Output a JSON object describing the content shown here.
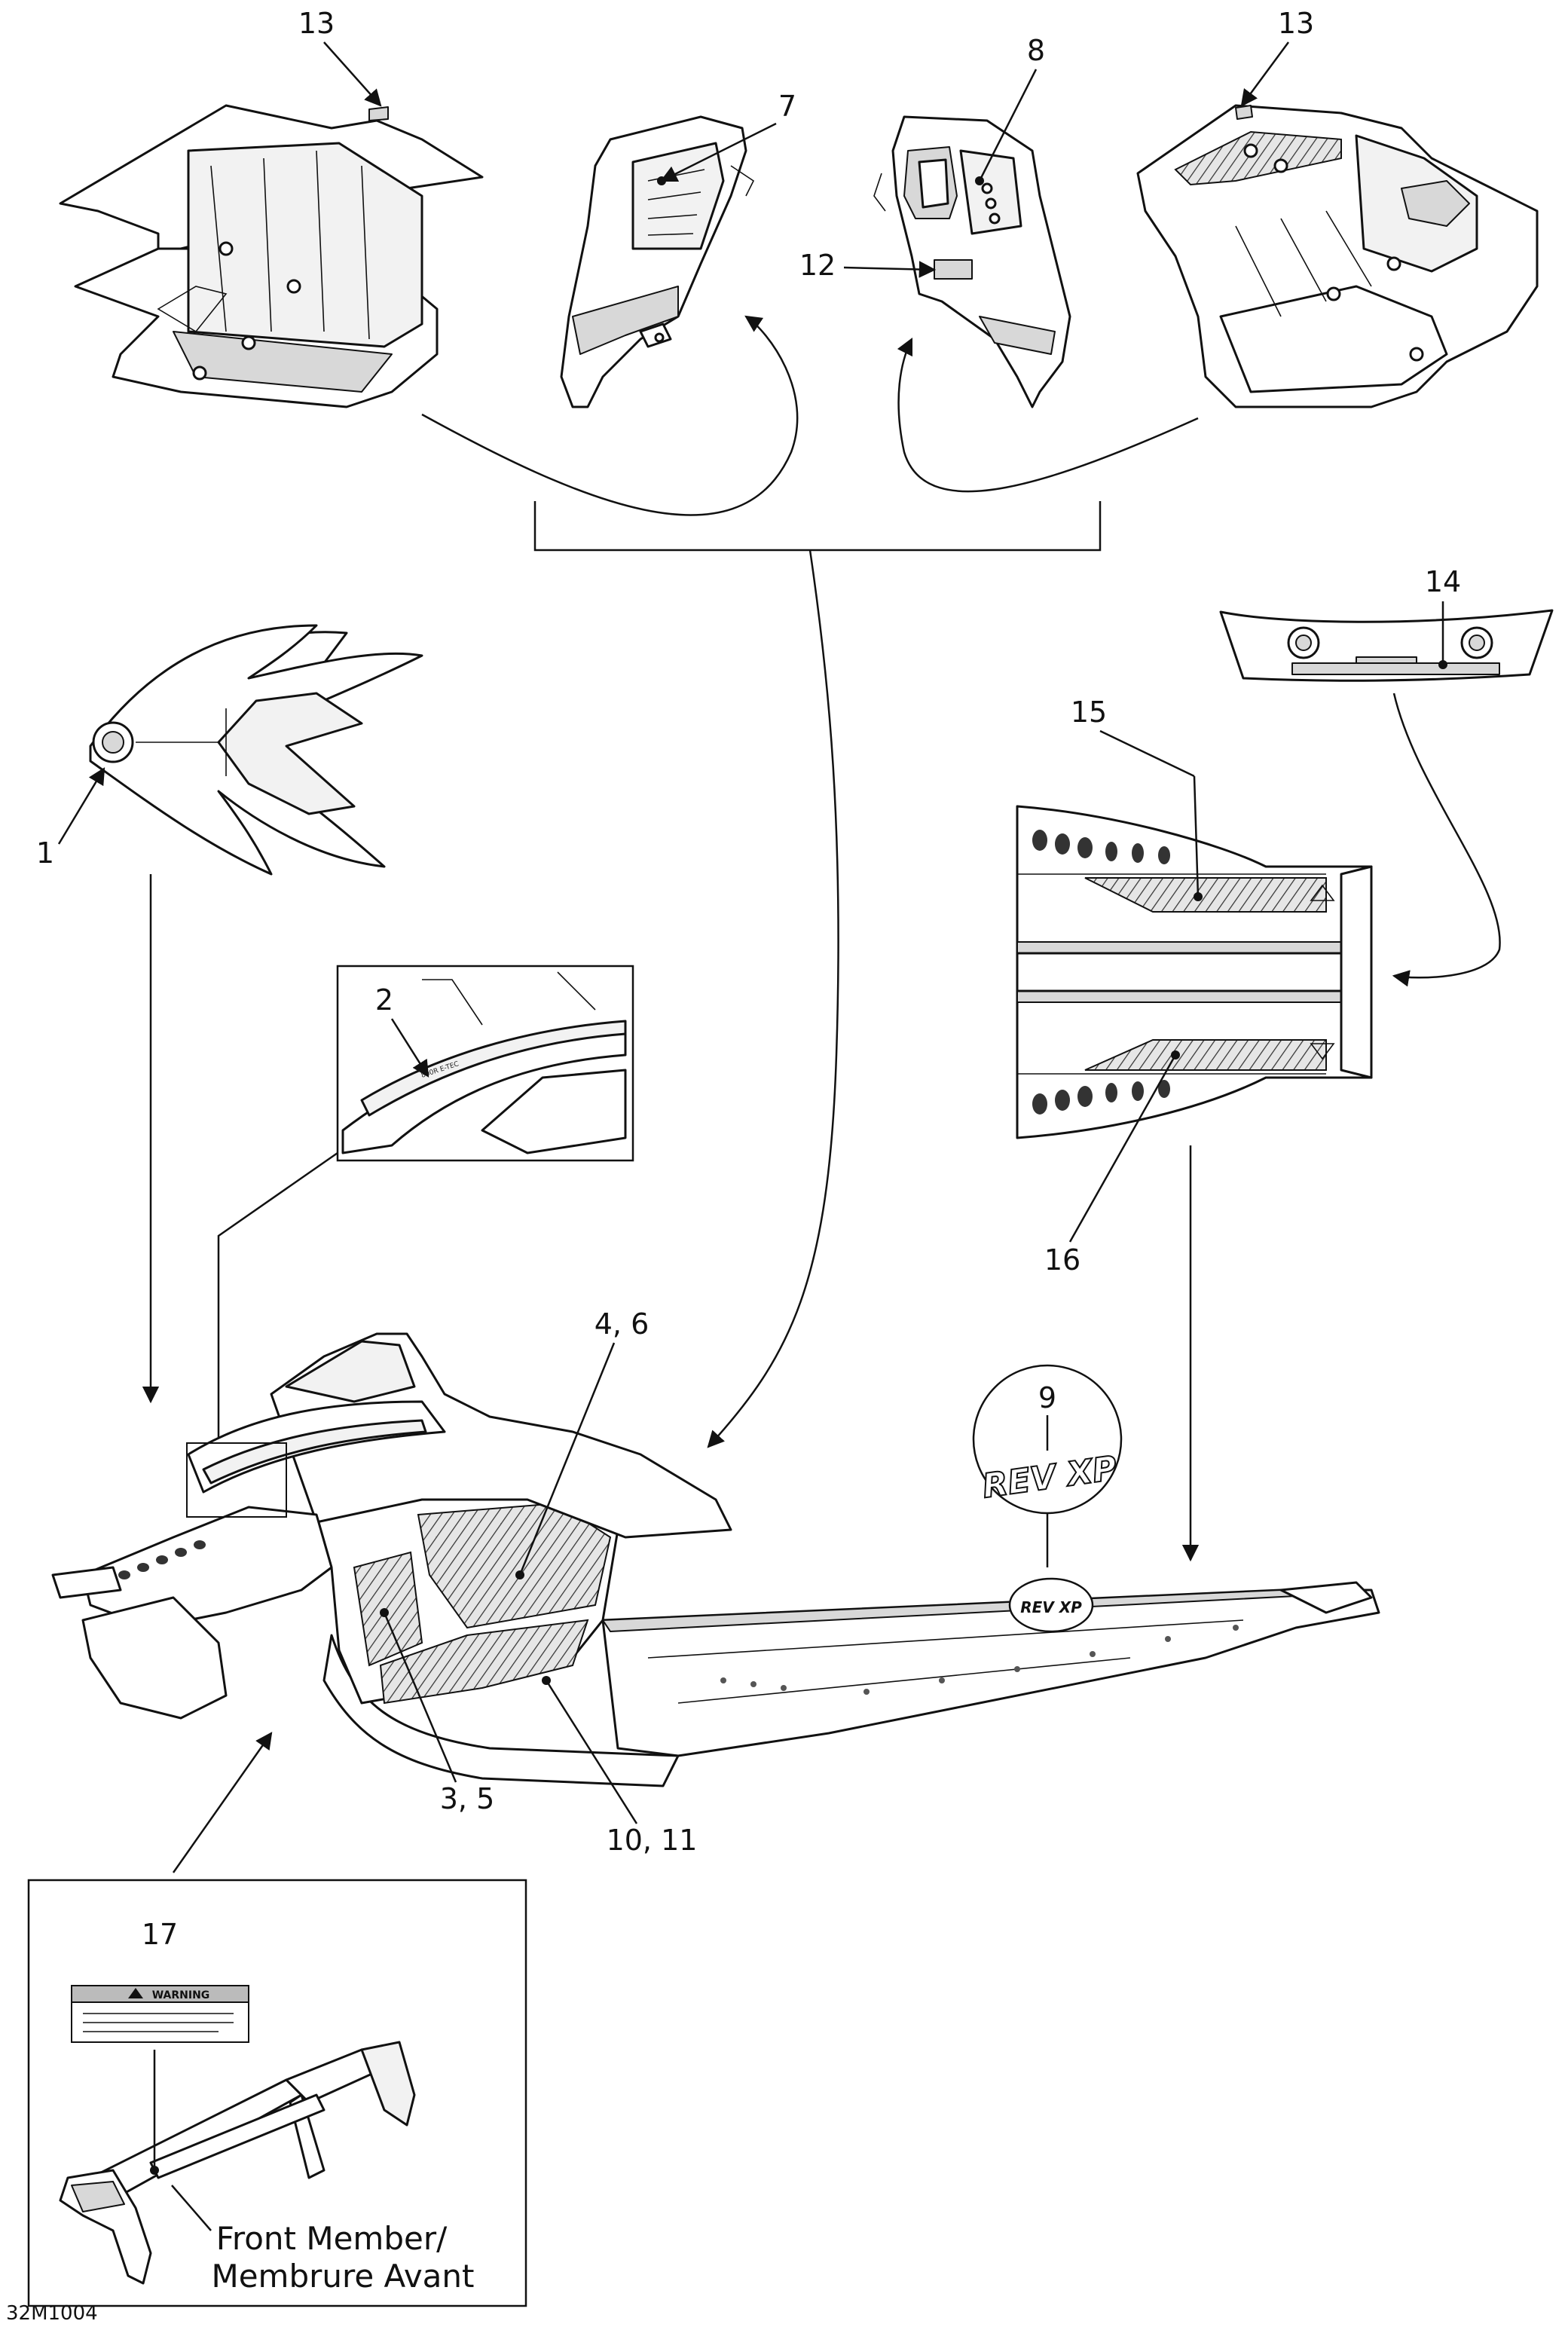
{
  "callouts": {
    "c1": "1",
    "c2": "2",
    "c3_5": "3, 5",
    "c4_6": "4, 6",
    "c7": "7",
    "c8": "8",
    "c9": "9",
    "c10_11": "10, 11",
    "c12": "12",
    "c13_left": "13",
    "c13_right": "13",
    "c14": "14",
    "c15": "15",
    "c16": "16",
    "c17": "17"
  },
  "inset": {
    "caption_line1": "Front Member/",
    "caption_line2": "Membrure Avant"
  },
  "label": {
    "warning": "WARNING"
  },
  "drawing_code": "32M1004",
  "decal_text": {
    "rev_xp": "REV XP"
  }
}
